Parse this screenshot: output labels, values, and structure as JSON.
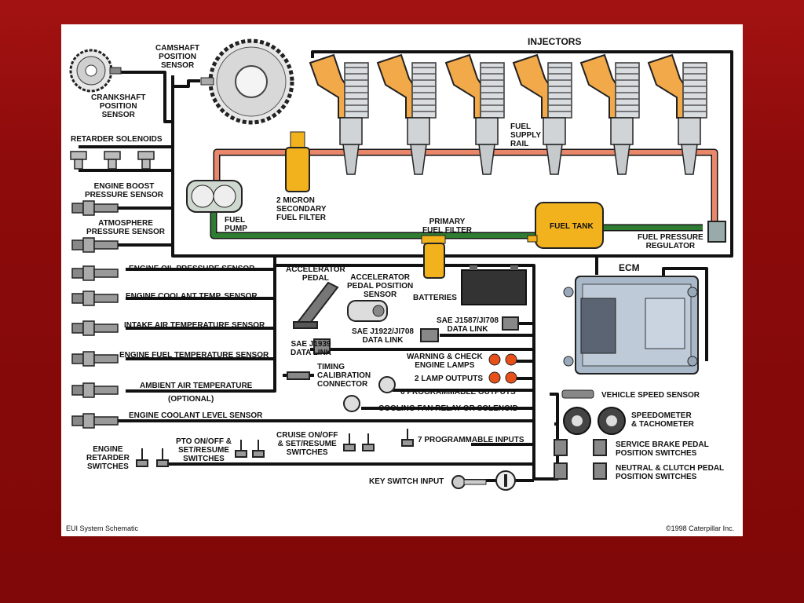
{
  "colors": {
    "slide_bg": "#8b0a0a",
    "panel": "#ffffff",
    "wire": "#111111",
    "fuel_supply": "#e8876a",
    "fuel_return": "#2e7d32",
    "injector": "#f2a94a",
    "yellow": "#f2b21e",
    "lamp": "#e8501a"
  },
  "labels": {
    "injectors": "INJECTORS",
    "camshaft": "CAMSHAFT\nPOSITION\nSENSOR",
    "crankshaft": "CRANKSHAFT\nPOSITION\nSENSOR",
    "retarder_solenoids": "RETARDER SOLENOIDS",
    "boost": "ENGINE BOOST\nPRESSURE SENSOR",
    "atmosphere": "ATMOSPHERE\nPRESSURE SENSOR",
    "fuel_pump": "FUEL\nPUMP",
    "secondary_filter": "2 MICRON\nSECONDARY\nFUEL FILTER",
    "fuel_supply_rail": "FUEL\nSUPPLY\nRAIL",
    "primary_filter": "PRIMARY\nFUEL FILTER",
    "fuel_tank": "FUEL TANK",
    "fuel_pressure_regulator": "FUEL PRESSURE\nREGULATOR",
    "ecm": "ECM",
    "oil_pressure": "ENGINE OIL PRESSURE SENSOR",
    "coolant_temp": "ENGINE COOLANT TEMP. SENSOR",
    "intake_air": "INTAKE AIR TEMPERATURE SENSOR",
    "fuel_temp": "ENGINE FUEL TEMPERATURE SENSOR",
    "ambient_air": "AMBIENT AIR TEMPERATURE",
    "optional": "(OPTIONAL)",
    "coolant_level": "ENGINE COOLANT LEVEL SENSOR",
    "accel_pedal": "ACCELERATOR\nPEDAL",
    "accel_pedal_sensor": "ACCELERATOR\nPEDAL POSITION\nSENSOR",
    "batteries": "BATTERIES",
    "sae_j1587": "SAE J1587/JI708\nDATA LINK",
    "sae_j1922": "SAE J1922/JI708\nDATA LINK",
    "sae_j1939": "SAE J1939\nDATA LINK",
    "warning_lamps": "WARNING & CHECK\nENGINE LAMPS",
    "lamp_outputs": "2 LAMP OUTPUTS",
    "prog_outputs": "6 PROGRAMMABLE OUTPUTS",
    "timing_cal": "TIMING\nCALIBRATION\nCONNECTOR",
    "cooling_fan": "COOLING FAN RELAY OR SOLENOID",
    "vehicle_speed": "VEHICLE SPEED SENSOR",
    "speedometer": "SPEEDOMETER\n& TACHOMETER",
    "engine_retarder": "ENGINE\nRETARDER\nSWITCHES",
    "pto": "PTO ON/OFF &\nSET/RESUME\nSWITCHES",
    "cruise": "CRUISE ON/OFF\n& SET/RESUME\nSWITCHES",
    "prog_inputs": "7 PROGRAMMABLE INPUTS",
    "service_brake": "SERVICE BRAKE PEDAL\nPOSITION SWITCHES",
    "neutral_clutch": "NEUTRAL & CLUTCH PEDAL\nPOSITION SWITCHES",
    "key_switch": "KEY SWITCH INPUT"
  },
  "footer": {
    "left": "EUI System Schematic",
    "right": "©1998 Caterpillar Inc."
  }
}
